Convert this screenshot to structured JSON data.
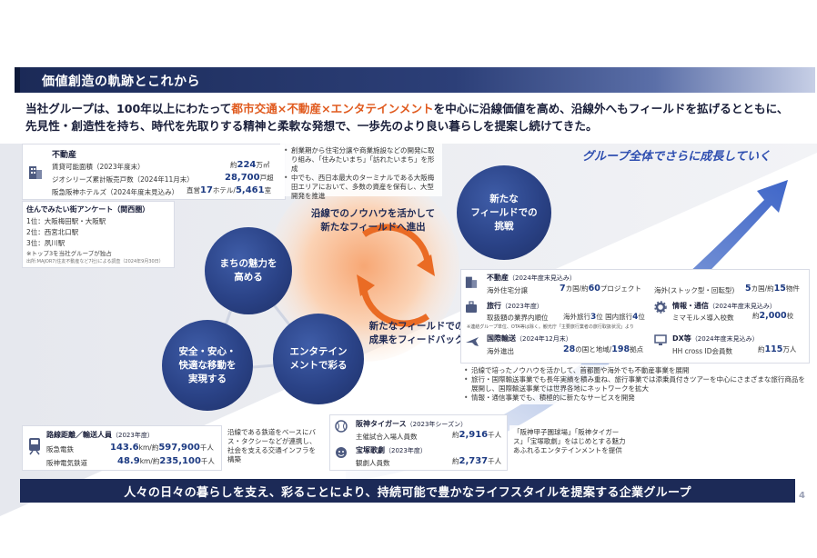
{
  "header": {
    "title": "価値創造の軌跡とこれから"
  },
  "intro": {
    "line1_a": "当社グループは、100年以上にわたって",
    "line1_hl": "都市交通×不動産×エンタテインメント",
    "line1_b": "を中心に沿線価値を高め、沿線外へもフィールドを拡げるとともに、",
    "line2": "先見性・創造性を持ち、時代を先取りする精神と柔軟な発想で、一歩先のより良い暮らしを提案し続けてきた。"
  },
  "growth_label": "グループ全体でさらに成長していく",
  "realestate_card": {
    "title": "不動産",
    "r1_label": "賃貸可能面積（2023年度末）",
    "r1_prefix": "約",
    "r1_value": "224",
    "r1_unit": "万㎡",
    "r2_label": "ジオシリーズ累計販売戸数（2024年11月末）",
    "r2_value": "28,700",
    "r2_unit": "戸超",
    "r3_label": "阪急阪神ホテルズ（2024年度末見込み）",
    "r3_prefix": "直営",
    "r3_value1": "17",
    "r3_unit1": "ホテル/",
    "r3_value2": "5,461",
    "r3_unit2": "室"
  },
  "realestate_note": [
    "創業期から住宅分譲や商業施設などの開発に取り組み、「住みたいまち」「訪れたいまち」を形成",
    "中でも、西日本最大のターミナルである大阪梅田エリアにおいて、多数の資産を保有し、大型開発を推進"
  ],
  "ranking_card": {
    "title": "住んでみたい街アンケート（関西圏）",
    "items": [
      "1位：大阪梅田駅・大阪駅",
      "2位：西宮北口駅",
      "3位：夙川駅"
    ],
    "note": "※トップ3を当社グループが独占",
    "source": "出所:MAJOR7(住友不動産など7社)による調査（2024年9月30日）"
  },
  "circles": {
    "town": "まちの魅力を\n高める",
    "safety": "安全・安心・\n快適な移動を\n実現する",
    "ent": "エンタテイン\nメントで彩る",
    "new_field": "新たな\nフィールドでの\n挑戦"
  },
  "arrow_texts": {
    "top": "沿線でのノウハウを活かして\n新たなフィールドへ進出",
    "bottom": "新たなフィールドでの\n成果をフィードバック"
  },
  "new_field_card": {
    "re_title": "不動産",
    "re_sub": "（2024年度末見込み）",
    "re_r1_label": "海外住宅分譲",
    "re_r1_v1": "7",
    "re_r1_u1": "カ国/約",
    "re_r1_v2": "60",
    "re_r1_u2": "プロジェクト",
    "re_r2_label": "海外(ストック型・回転型)",
    "re_r2_v1": "5",
    "re_r2_u1": "カ国/約",
    "re_r2_v2": "15",
    "re_r2_u2": "物件",
    "travel_title": "旅行",
    "travel_sub": "（2023年度）",
    "travel_label": "取扱額の業界内順位",
    "travel_r1_label": "海外旅行",
    "travel_r1_v": "3",
    "travel_r1_u": "位",
    "travel_r2_label": "国内旅行",
    "travel_r2_v": "4",
    "travel_r2_u": "位",
    "travel_note": "※連結グループ単位、OTA等は除く。観光庁「主要旅行業者の旅行取扱状況」より",
    "info_title": "情報・通信",
    "info_sub": "（2024年度末見込み）",
    "info_label": "ミマモルメ導入校数",
    "info_prefix": "約",
    "info_v": "2,000",
    "info_u": "校",
    "intl_title": "国際輸送",
    "intl_sub": "（2024年12月末）",
    "intl_label": "海外進出",
    "intl_v1": "28",
    "intl_u1": "の国と地域/",
    "intl_v2": "198",
    "intl_u2": "拠点",
    "dx_title": "DX等",
    "dx_sub": "（2024年度末見込み）",
    "dx_label": "HH cross ID会員数",
    "dx_prefix": "約",
    "dx_v": "115",
    "dx_u": "万人"
  },
  "new_field_notes": [
    "沿線で培ったノウハウを活かして、首都圏や海外でも不動産事業を展開",
    "旅行・国際輸送事業でも長年実績を積み重ね、旅行事業では添乗員付きツアーを中心にさまざまな旅行商品を展開し、国際輸送事業では世界各地にネットワークを拡大",
    "情報・通信事業でも、積極的に新たなサービスを開発"
  ],
  "transport_card": {
    "title": "路線距離／輸送人員",
    "sub": "（2023年度）",
    "r1_label": "阪急電鉄",
    "r1_v1": "143.6",
    "r1_u1": "km/約",
    "r1_v2": "597,900",
    "r1_u2": "千人",
    "r2_label": "阪神電気鉄道",
    "r2_v1": "48.9",
    "r2_u1": "km/約",
    "r2_v2": "235,100",
    "r2_u2": "千人"
  },
  "transport_note": "沿線である鉄道をベースにバス・タクシーなどが連携し、社会を支える交通インフラを構築",
  "ent_card": {
    "tigers_title": "阪神タイガース",
    "tigers_sub": "（2023年シーズン）",
    "tigers_label": "主催試合入場人員数",
    "tigers_prefix": "約",
    "tigers_v": "2,916",
    "tigers_u": "千人",
    "takara_title": "宝塚歌劇",
    "takara_sub": "（2023年度）",
    "takara_label": "観劇人員数",
    "takara_prefix": "約",
    "takara_v": "2,737",
    "takara_u": "千人"
  },
  "ent_note": "「阪神甲子園球場」「阪神タイガース」「宝塚歌劇」をはじめとする魅力あふれるエンタテインメントを提供",
  "footer": "人々の日々の暮らしを支え、彩ることにより、持続可能で豊かなライフスタイルを提案する企業グループ",
  "page_number": "4",
  "colors": {
    "navy": "#1c2a57",
    "accent_orange": "#e05a1e",
    "circle_blue": "#2a4286",
    "value_blue": "#1c3a82"
  }
}
